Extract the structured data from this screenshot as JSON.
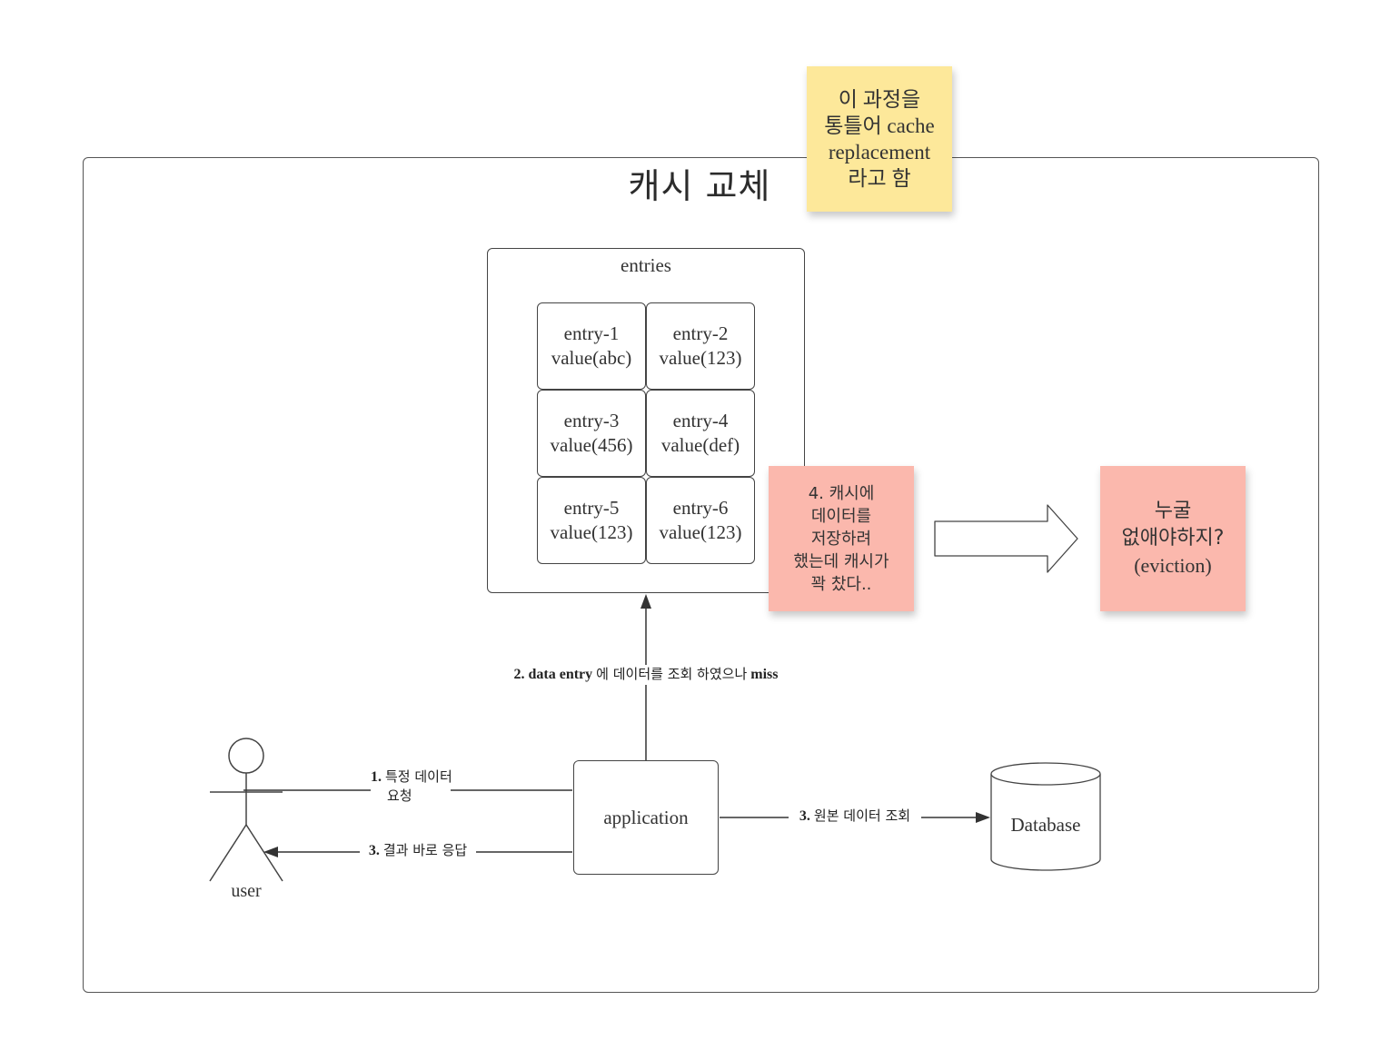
{
  "diagram": {
    "title": "캐시 교체",
    "note_yellow": [
      "이 과정을",
      "통틀어 cache",
      "replacement",
      "라고 함"
    ],
    "entries": {
      "label": "entries",
      "cells": [
        {
          "name": "entry-1",
          "value": "value(abc)"
        },
        {
          "name": "entry-2",
          "value": "value(123)"
        },
        {
          "name": "entry-3",
          "value": "value(456)"
        },
        {
          "name": "entry-4",
          "value": "value(def)"
        },
        {
          "name": "entry-5",
          "value": "value(123)"
        },
        {
          "name": "entry-6",
          "value": "value(123)"
        }
      ]
    },
    "note_full": [
      "4. 캐시에",
      "데이터를",
      "저장하려",
      "했는데 캐시가",
      "꽉 찼다.."
    ],
    "note_evict": [
      "누굴",
      "없애야하지?",
      "(eviction)"
    ],
    "user_label": "user",
    "application_label": "application",
    "database_label": "Database",
    "edges": {
      "request": {
        "num": "1.",
        "text1": "특정 데이터",
        "text2": "요청"
      },
      "lookup": {
        "num_latin": "2. data entry",
        "ko": "에 데이터를 조회 하였으나",
        "tail": "miss"
      },
      "origin": {
        "num": "3.",
        "text": "원본 데이터 조회"
      },
      "respond": {
        "num": "3.",
        "text": "결과 바로 응답"
      }
    },
    "colors": {
      "sticky_yellow": "#fde89a",
      "sticky_pink": "#fbb8ad",
      "stroke": "#444444"
    }
  }
}
